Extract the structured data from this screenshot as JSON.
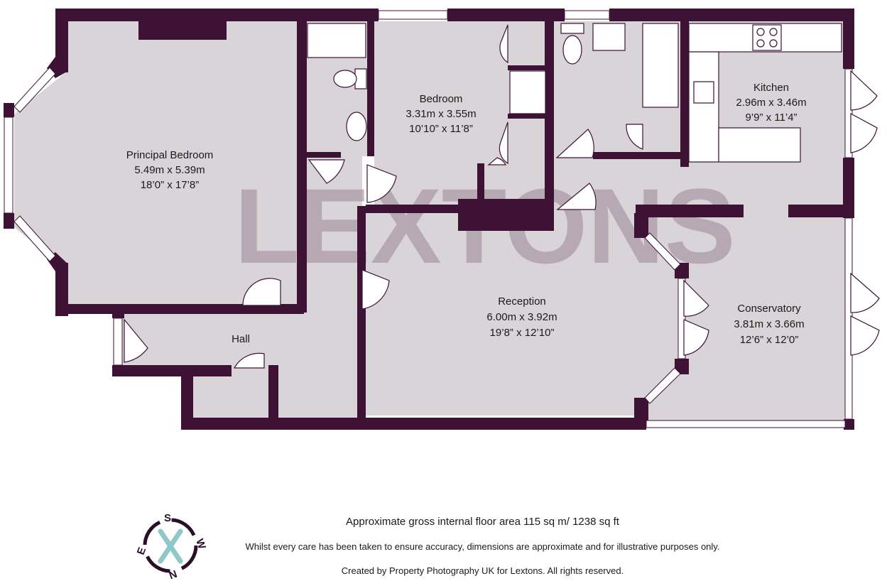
{
  "colors": {
    "wall": "#3d1234",
    "floor": "#d9d4d8",
    "watermark": "#9a8796",
    "accent": "#8fc8c6"
  },
  "watermark": {
    "text": "LEXTONS"
  },
  "rooms": {
    "principal_bedroom": {
      "name": "Principal Bedroom",
      "metric": "5.49m x 5.39m",
      "imperial": "18’0” x 17’8”"
    },
    "bedroom": {
      "name": "Bedroom",
      "metric": "3.31m x 3.55m",
      "imperial": "10’10” x 11’8”"
    },
    "kitchen": {
      "name": "Kitchen",
      "metric": "2.96m x 3.46m",
      "imperial": "9’9” x 11’4”"
    },
    "reception": {
      "name": "Reception",
      "metric": "6.00m x 3.92m",
      "imperial": "19’8” x 12’10”"
    },
    "conservatory": {
      "name": "Conservatory",
      "metric": "3.81m x 3.66m",
      "imperial": "12’6” x 12’0”"
    },
    "hall": {
      "name": "Hall"
    }
  },
  "footer": {
    "area": "Approximate gross internal floor area 115 sq m/ 1238 sq ft",
    "disclaimer": "Whilst every care has been taken to ensure accuracy, dimensions are approximate and for illustrative purposes only.",
    "credit": "Created by Property Photography UK for Lextons. All rights reserved."
  },
  "compass": {
    "north": "N",
    "south": "S",
    "east": "E",
    "west": "W"
  }
}
